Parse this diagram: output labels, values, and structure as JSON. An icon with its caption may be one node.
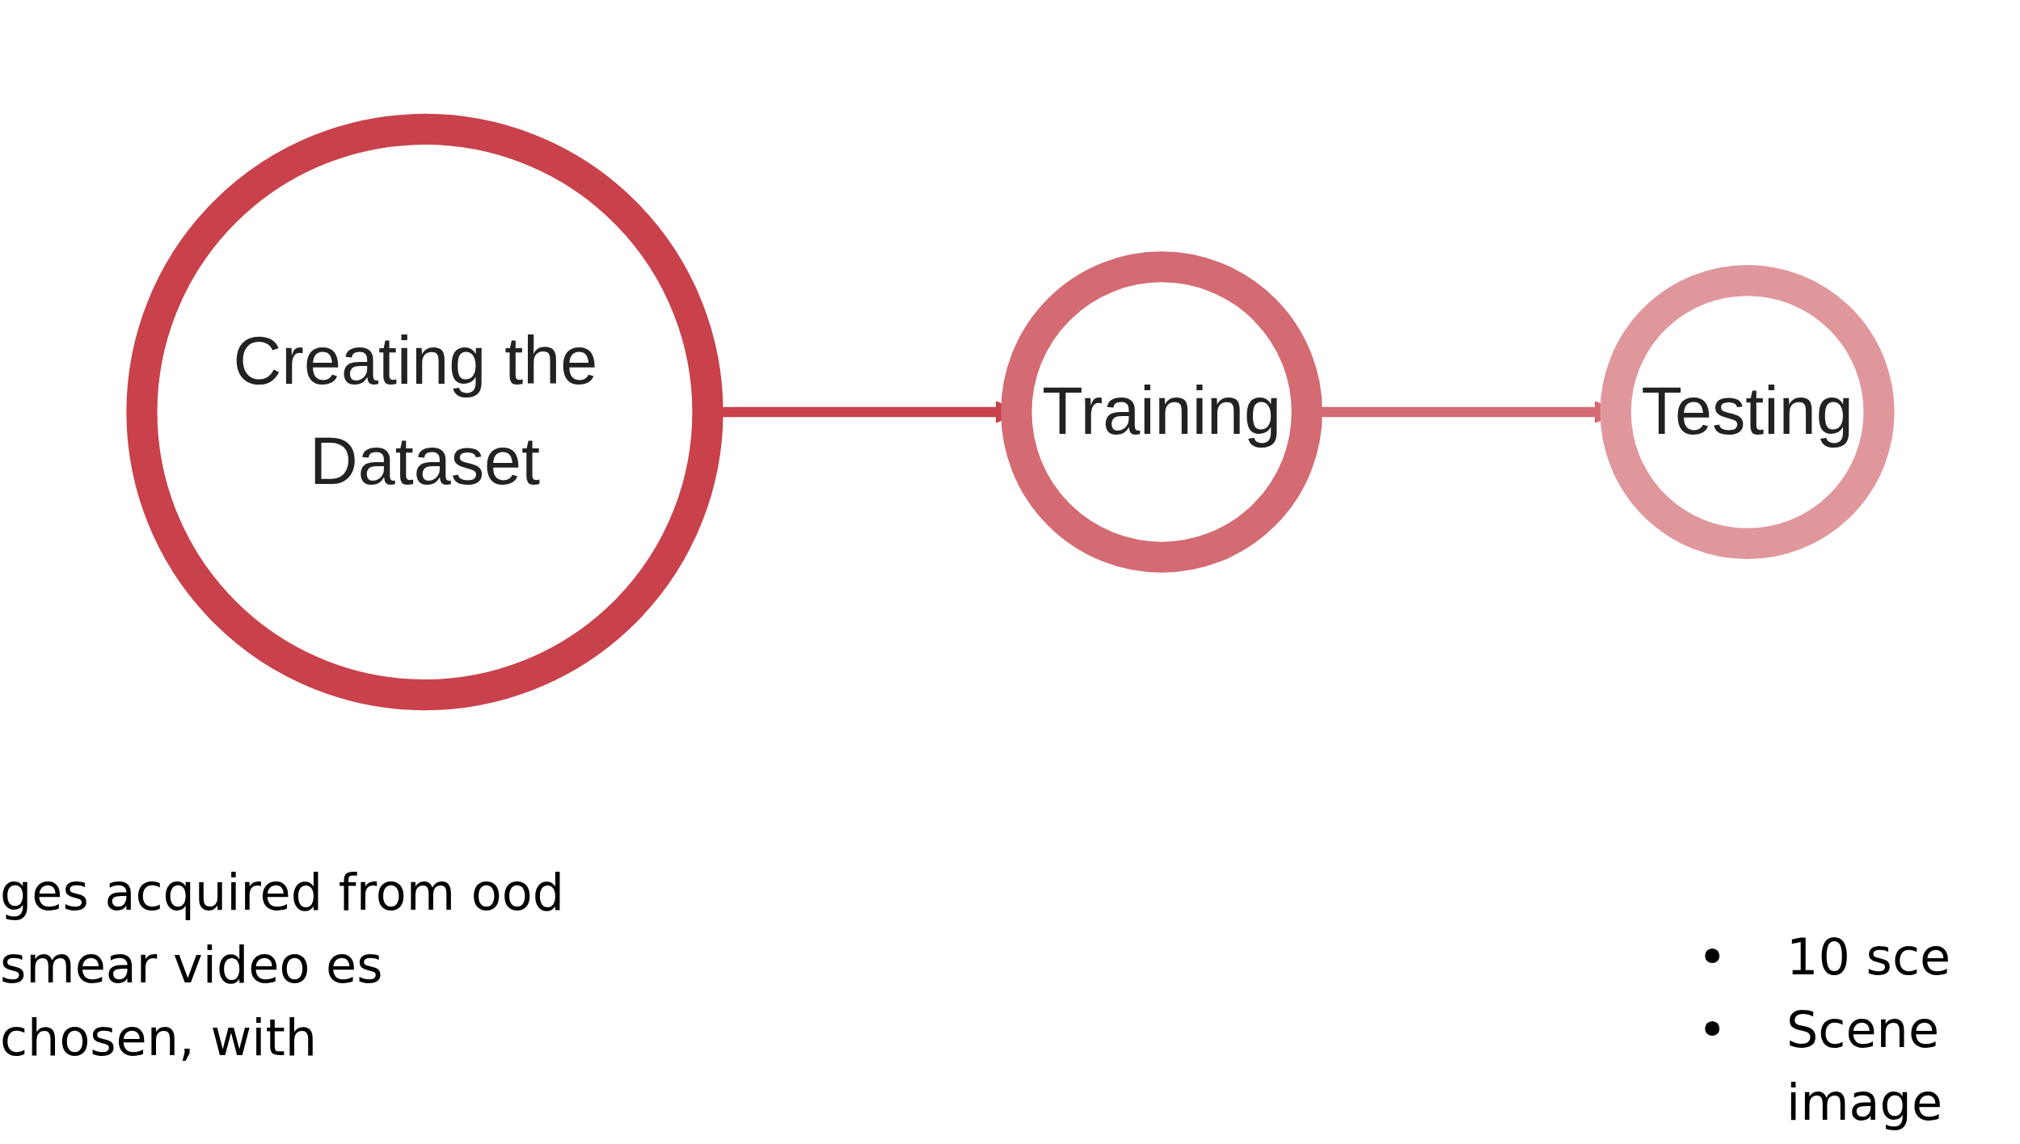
{
  "diagram": {
    "nodes": [
      {
        "text": [
          "Creating the Dataset"
        ]
      },
      {
        "text": [
          "Training"
        ]
      },
      {
        "text": [
          "Testing"
        ]
      }
    ],
    "edges": [
      {
        "from": 0,
        "to": 1,
        "arrow": "to"
      },
      {
        "from": 1,
        "to": 2,
        "arrow": "to"
      }
    ],
    "labels": [
      "ges acquired from ood smear video es chosen, with",
      "•",
      "10 sce",
      "•",
      "Scene image"
    ]
  }
}
